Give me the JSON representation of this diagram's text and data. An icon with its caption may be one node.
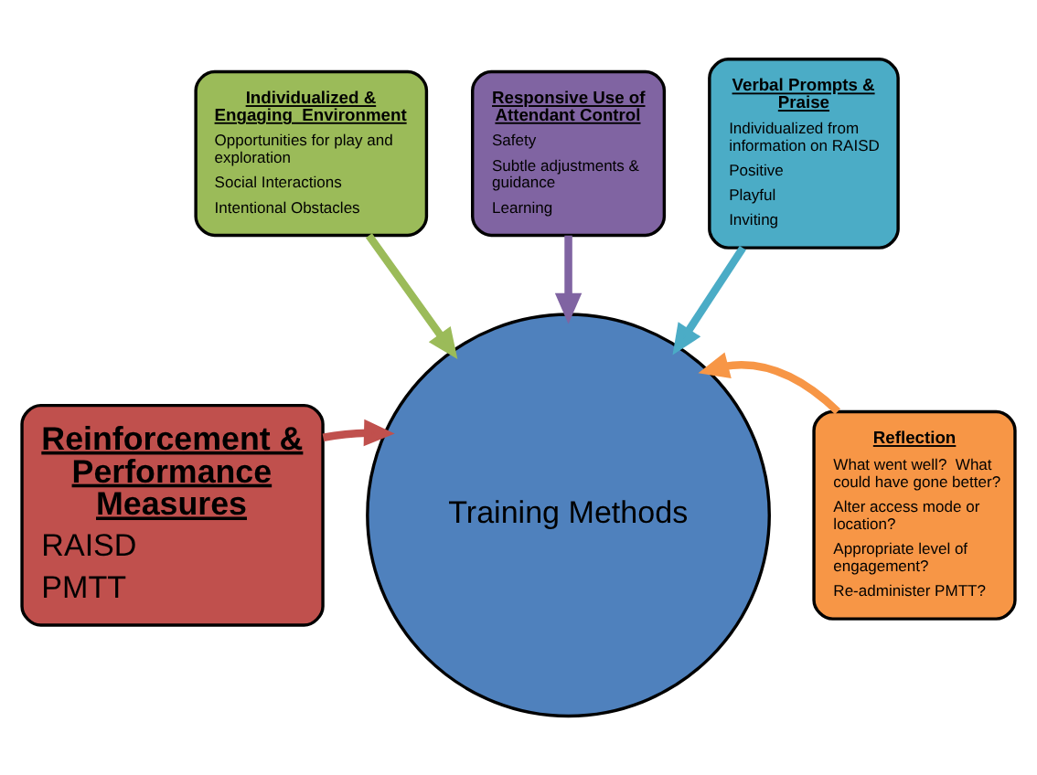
{
  "diagram": {
    "nodes": [
      {
        "text": [
          "Individualized & Engaging  Environment",
          "Opportunities for play and exploration",
          "Social Interactions",
          "Intentional Obstacles"
        ]
      },
      {
        "text": [
          "Responsive Use of Attendant Control",
          "Safety",
          "Subtle adjustments & guidance",
          "Learning"
        ]
      },
      {
        "text": [
          "Verbal Prompts & Praise",
          "Individualized from information on RAISD",
          "Positive",
          "Playful",
          "Inviting"
        ]
      },
      {
        "text": [
          "Reinforcement & Performance Measures",
          "RAISD",
          "PMTT"
        ]
      },
      {
        "text": [
          "Training Methods"
        ]
      },
      {
        "text": [
          "Reflection",
          "What went well?  What could have gone better?",
          "Alter access mode or location?",
          "Appropriate level of engagement?",
          "Re-administer PMTT?"
        ]
      }
    ],
    "edges": [
      {
        "from": 0,
        "to": 4,
        "arrow": "to",
        "color": "#9bbb59"
      },
      {
        "from": 1,
        "to": 4,
        "arrow": "to",
        "color": "#8064a2"
      },
      {
        "from": 2,
        "to": 4,
        "arrow": "to",
        "color": "#4bacc6"
      },
      {
        "from": 3,
        "to": 4,
        "arrow": "to",
        "color": "#c0504d"
      },
      {
        "from": 5,
        "to": 4,
        "arrow": "to",
        "color": "#f79646"
      }
    ]
  }
}
